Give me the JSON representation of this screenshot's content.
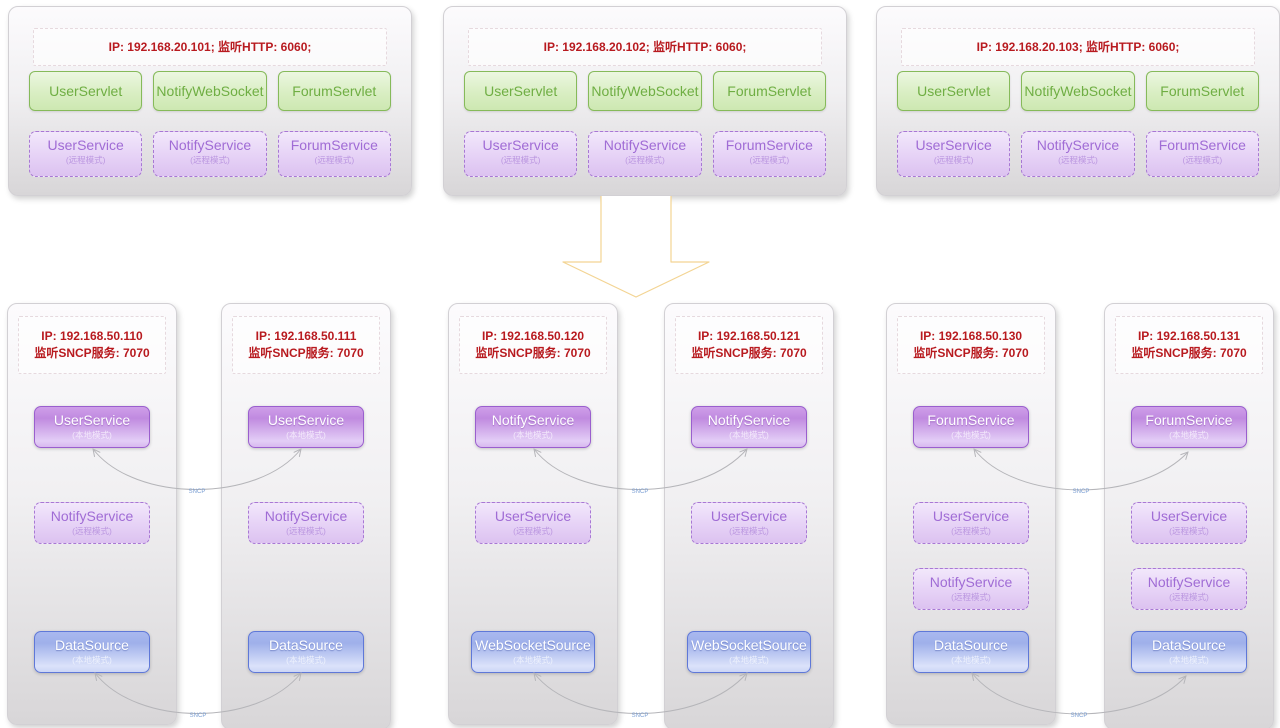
{
  "diagram": {
    "arrow_label": "SNCP"
  },
  "top_servers": [
    {
      "ip": "IP: 192.168.20.101;  监听HTTP: 6060;",
      "servlets": [
        "UserServlet",
        "NotifyWebSocket",
        "ForumServlet"
      ],
      "services": [
        {
          "name": "UserService",
          "mode": "(远程模式)"
        },
        {
          "name": "NotifyService",
          "mode": "(远程模式)"
        },
        {
          "name": "ForumService",
          "mode": "(远程模式)"
        }
      ]
    },
    {
      "ip": "IP: 192.168.20.102;  监听HTTP: 6060;",
      "servlets": [
        "UserServlet",
        "NotifyWebSocket",
        "ForumServlet"
      ],
      "services": [
        {
          "name": "UserService",
          "mode": "(远程模式)"
        },
        {
          "name": "NotifyService",
          "mode": "(远程模式)"
        },
        {
          "name": "ForumService",
          "mode": "(远程模式)"
        }
      ]
    },
    {
      "ip": "IP: 192.168.20.103;  监听HTTP: 6060;",
      "servlets": [
        "UserServlet",
        "NotifyWebSocket",
        "ForumServlet"
      ],
      "services": [
        {
          "name": "UserService",
          "mode": "(远程模式)"
        },
        {
          "name": "NotifyService",
          "mode": "(远程模式)"
        },
        {
          "name": "ForumService",
          "mode": "(远程模式)"
        }
      ]
    }
  ],
  "nodes": [
    {
      "ip1": "IP: 192.168.50.110",
      "ip2": "监听SNCP服务: 7070",
      "services": [
        {
          "name": "UserService",
          "mode": "(本地模式)"
        },
        {
          "name": "NotifyService",
          "mode": "(远程模式)"
        },
        {
          "name": "DataSource",
          "mode": "(本地模式)"
        }
      ]
    },
    {
      "ip1": "IP: 192.168.50.111",
      "ip2": "监听SNCP服务: 7070",
      "services": [
        {
          "name": "UserService",
          "mode": "(本地模式)"
        },
        {
          "name": "NotifyService",
          "mode": "(远程模式)"
        },
        {
          "name": "DataSource",
          "mode": "(本地模式)"
        }
      ]
    },
    {
      "ip1": "IP: 192.168.50.120",
      "ip2": "监听SNCP服务: 7070",
      "services": [
        {
          "name": "NotifyService",
          "mode": "(本地模式)"
        },
        {
          "name": "UserService",
          "mode": "(远程模式)"
        },
        {
          "name": "WebSocketSource",
          "mode": "(本地模式)"
        }
      ]
    },
    {
      "ip1": "IP: 192.168.50.121",
      "ip2": "监听SNCP服务: 7070",
      "services": [
        {
          "name": "NotifyService",
          "mode": "(本地模式)"
        },
        {
          "name": "UserService",
          "mode": "(远程模式)"
        },
        {
          "name": "WebSocketSource",
          "mode": "(本地模式)"
        }
      ]
    },
    {
      "ip1": "IP: 192.168.50.130",
      "ip2": "监听SNCP服务: 7070",
      "services": [
        {
          "name": "ForumService",
          "mode": "(本地模式)"
        },
        {
          "name": "UserService",
          "mode": "(远程模式)"
        },
        {
          "name": "NotifyService",
          "mode": "(远程模式)"
        },
        {
          "name": "DataSource",
          "mode": "(本地模式)"
        }
      ]
    },
    {
      "ip1": "IP: 192.168.50.131",
      "ip2": "监听SNCP服务: 7070",
      "services": [
        {
          "name": "ForumService",
          "mode": "(本地模式)"
        },
        {
          "name": "UserService",
          "mode": "(远程模式)"
        },
        {
          "name": "NotifyService",
          "mode": "(远程模式)"
        },
        {
          "name": "DataSource",
          "mode": "(本地模式)"
        }
      ]
    }
  ],
  "connectors": [
    {
      "label": "SNCP"
    },
    {
      "label": "SNCP"
    },
    {
      "label": "SNCP"
    },
    {
      "label": "SNCP"
    },
    {
      "label": "SNCP"
    },
    {
      "label": "SNCP"
    }
  ],
  "colors": {
    "servlet_green": "#86ba5a",
    "service_purple": "#9a5fce",
    "source_blue": "#5f78d8",
    "ip_text_red": "#b81a1f",
    "arrow_outline_gold": "#f3d493",
    "arrow_text_red": "#a3171c",
    "connector_gray": "#b5b5b9",
    "connector_label_blue": "#7b9fd4"
  }
}
